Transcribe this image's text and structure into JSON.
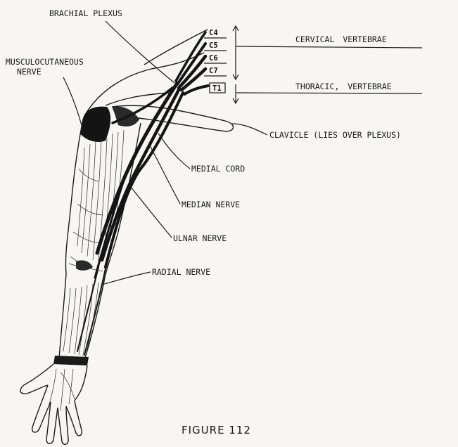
{
  "labels": {
    "brachial_plexus": "BRACHIAL PLEXUS",
    "musculocutaneous_line1": "MUSCULOCUTANEOUS",
    "musculocutaneous_line2": "NERVE",
    "cervical_word": "CERVICAL",
    "cervical_vert": "VERTEBRAE",
    "thoracic_word": "THORACIC,",
    "thoracic_vert": "VERTEBRAE",
    "clavicle": "CLAVICLE (LIES OVER PLEXUS)",
    "medial_cord": "MEDIAL CORD",
    "median_nerve": "MEDIAN NERVE",
    "ulnar_nerve": "ULNAR NERVE",
    "radial_nerve": "RADIAL NERVE"
  },
  "vertebrae": [
    "C4",
    "C5",
    "C6",
    "C7",
    "T1"
  ],
  "caption": "FIGURE 112",
  "colors": {
    "ink": "#1a1a1a",
    "paper": "#f7f6f2"
  }
}
